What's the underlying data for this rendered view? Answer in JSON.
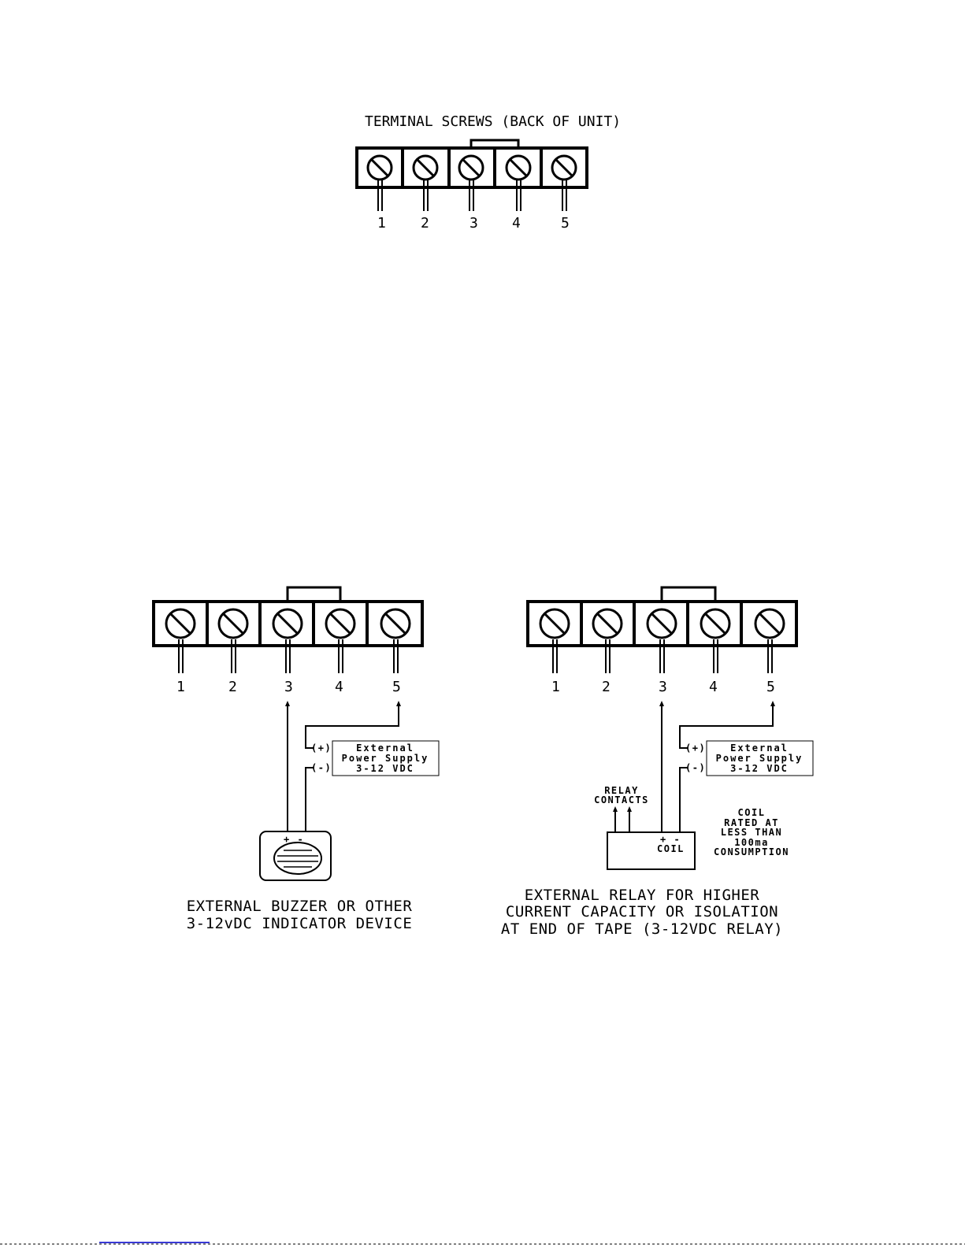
{
  "top_diagram": {
    "title": "TERMINAL  SCREWS (BACK OF UNIT)",
    "terminals": [
      "1",
      "2",
      "3",
      "4",
      "5"
    ]
  },
  "left_diagram": {
    "terminals": [
      "1",
      "2",
      "3",
      "4",
      "5"
    ],
    "plus_label": "(+)",
    "minus_label": "(-)",
    "power_supply": [
      "External",
      "Power Supply",
      "3-12 VDC"
    ],
    "buzzer_polarity": "+ -",
    "caption": [
      "EXTERNAL BUZZER OR OTHER",
      "3-12vDC INDICATOR DEVICE"
    ]
  },
  "right_diagram": {
    "terminals": [
      "1",
      "2",
      "3",
      "4",
      "5"
    ],
    "plus_label": "(+)",
    "minus_label": "(-)",
    "power_supply": [
      "External",
      "Power Supply",
      "3-12 VDC"
    ],
    "relay_contacts": [
      "RELAY",
      "CONTACTS"
    ],
    "coil_polarity": "+ -",
    "coil_label": "COIL",
    "coil_rating": [
      "COIL",
      "RATED AT",
      "LESS THAN",
      "100ma",
      "CONSUMPTION"
    ],
    "caption": [
      "EXTERNAL RELAY FOR HIGHER",
      "CURRENT CAPACITY OR ISOLATION",
      "AT END OF TAPE (3-12VDC RELAY)"
    ]
  },
  "colors": {
    "ink": "#000000",
    "footer_link": "#3a3ad6"
  }
}
